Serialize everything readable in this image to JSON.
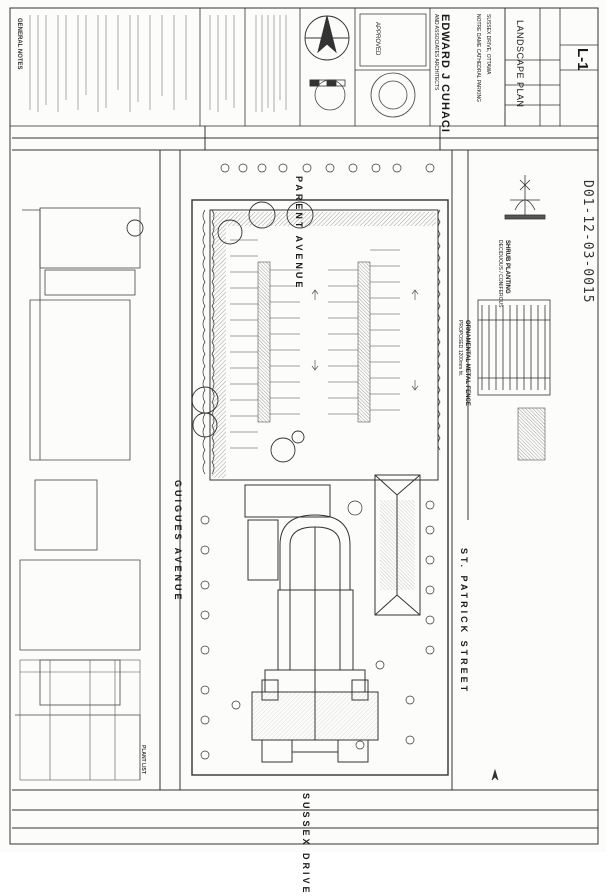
{
  "general_notes": {
    "title": "GENERAL NOTES"
  },
  "title_block": {
    "firm_name": "EDWARD J CUHACI",
    "firm_line": "AND ASSOCIATES ARCHITECTS",
    "project_name": "NOTRE DAME CATHEDRAL PARKING",
    "project_location": "SUSSEX DRIVE, OTTAWA",
    "drawing_title": "LANDSCAPE PLAN",
    "sheet_number": "L-1",
    "stamp_text": "APPROVED"
  },
  "streets": {
    "parent": "PARENT   AVENUE",
    "guigues": "GUIGUES   AVENUE",
    "st_patrick": "ST.   PATRICK   STREET",
    "sussex": "SUSSEX   DRIVE"
  },
  "handwritten_ref": "D01-12-03-0015",
  "details": {
    "shrub_planting": "SHRUB PLANTING",
    "shrub_planting_sub": "DECIDUOUS / CONIFEROUS",
    "fence": "ORNAMENTAL METAL FENCE",
    "fence_sub": "PROPOSED 1200mm ht."
  },
  "plant_list": {
    "title": "PLANT LIST"
  },
  "colors": {
    "line": "#2a2a2a",
    "paper": "#fcfcfa",
    "hatch": "#9a9a9a"
  }
}
